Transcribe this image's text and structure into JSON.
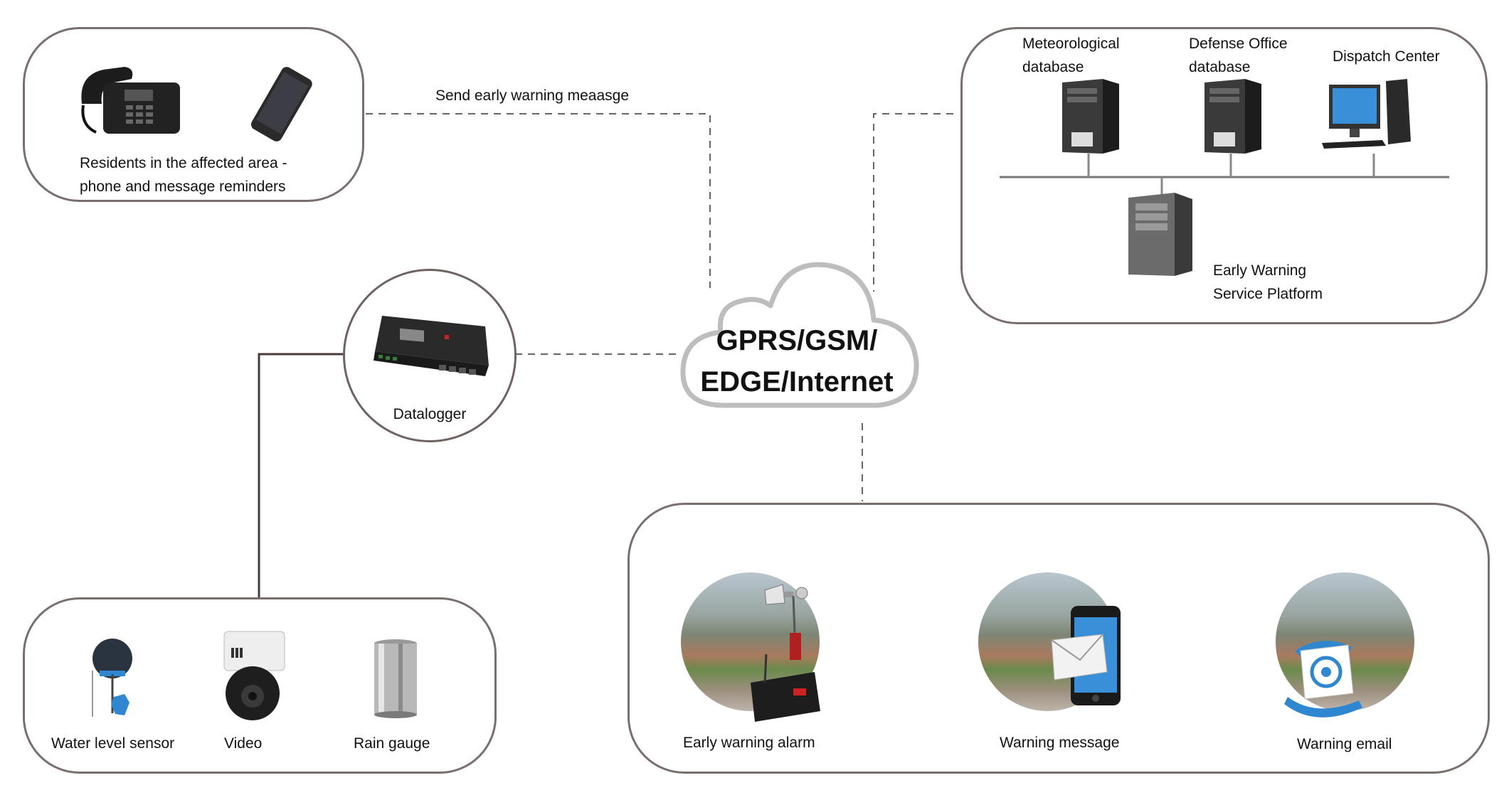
{
  "diagram": {
    "residents_box": {
      "label_line1": "Residents in the affected area -",
      "label_line2": "phone and message reminders",
      "devices": [
        "desk-phone-icon",
        "mobile-phone-icon"
      ]
    },
    "send_message_label": "Send early warning meaasge",
    "datalogger": {
      "label": "Datalogger"
    },
    "cloud": {
      "line1": "GPRS/GSM/",
      "line2": "EDGE/Internet"
    },
    "platform_box": {
      "met_db_line1": "Meteorological",
      "met_db_line2": "database",
      "defense_db_line1": "Defense Office",
      "defense_db_line2": "database",
      "dispatch": "Dispatch Center",
      "platform_line1": "Early Warning",
      "platform_line2": "Service Platform"
    },
    "sensors_box": {
      "water_level": "Water level sensor",
      "video": "Video",
      "rain_gauge": "Rain gauge"
    },
    "outputs_box": {
      "alarm": "Early warning alarm",
      "message": "Warning message",
      "email": "Warning email"
    }
  },
  "colors": {
    "border": "#7a6f6f",
    "connector": "#4a3a3a",
    "dashed": "#666666",
    "screen_blue": "#3a8fd9",
    "sensor_blue": "#2f86d1"
  }
}
